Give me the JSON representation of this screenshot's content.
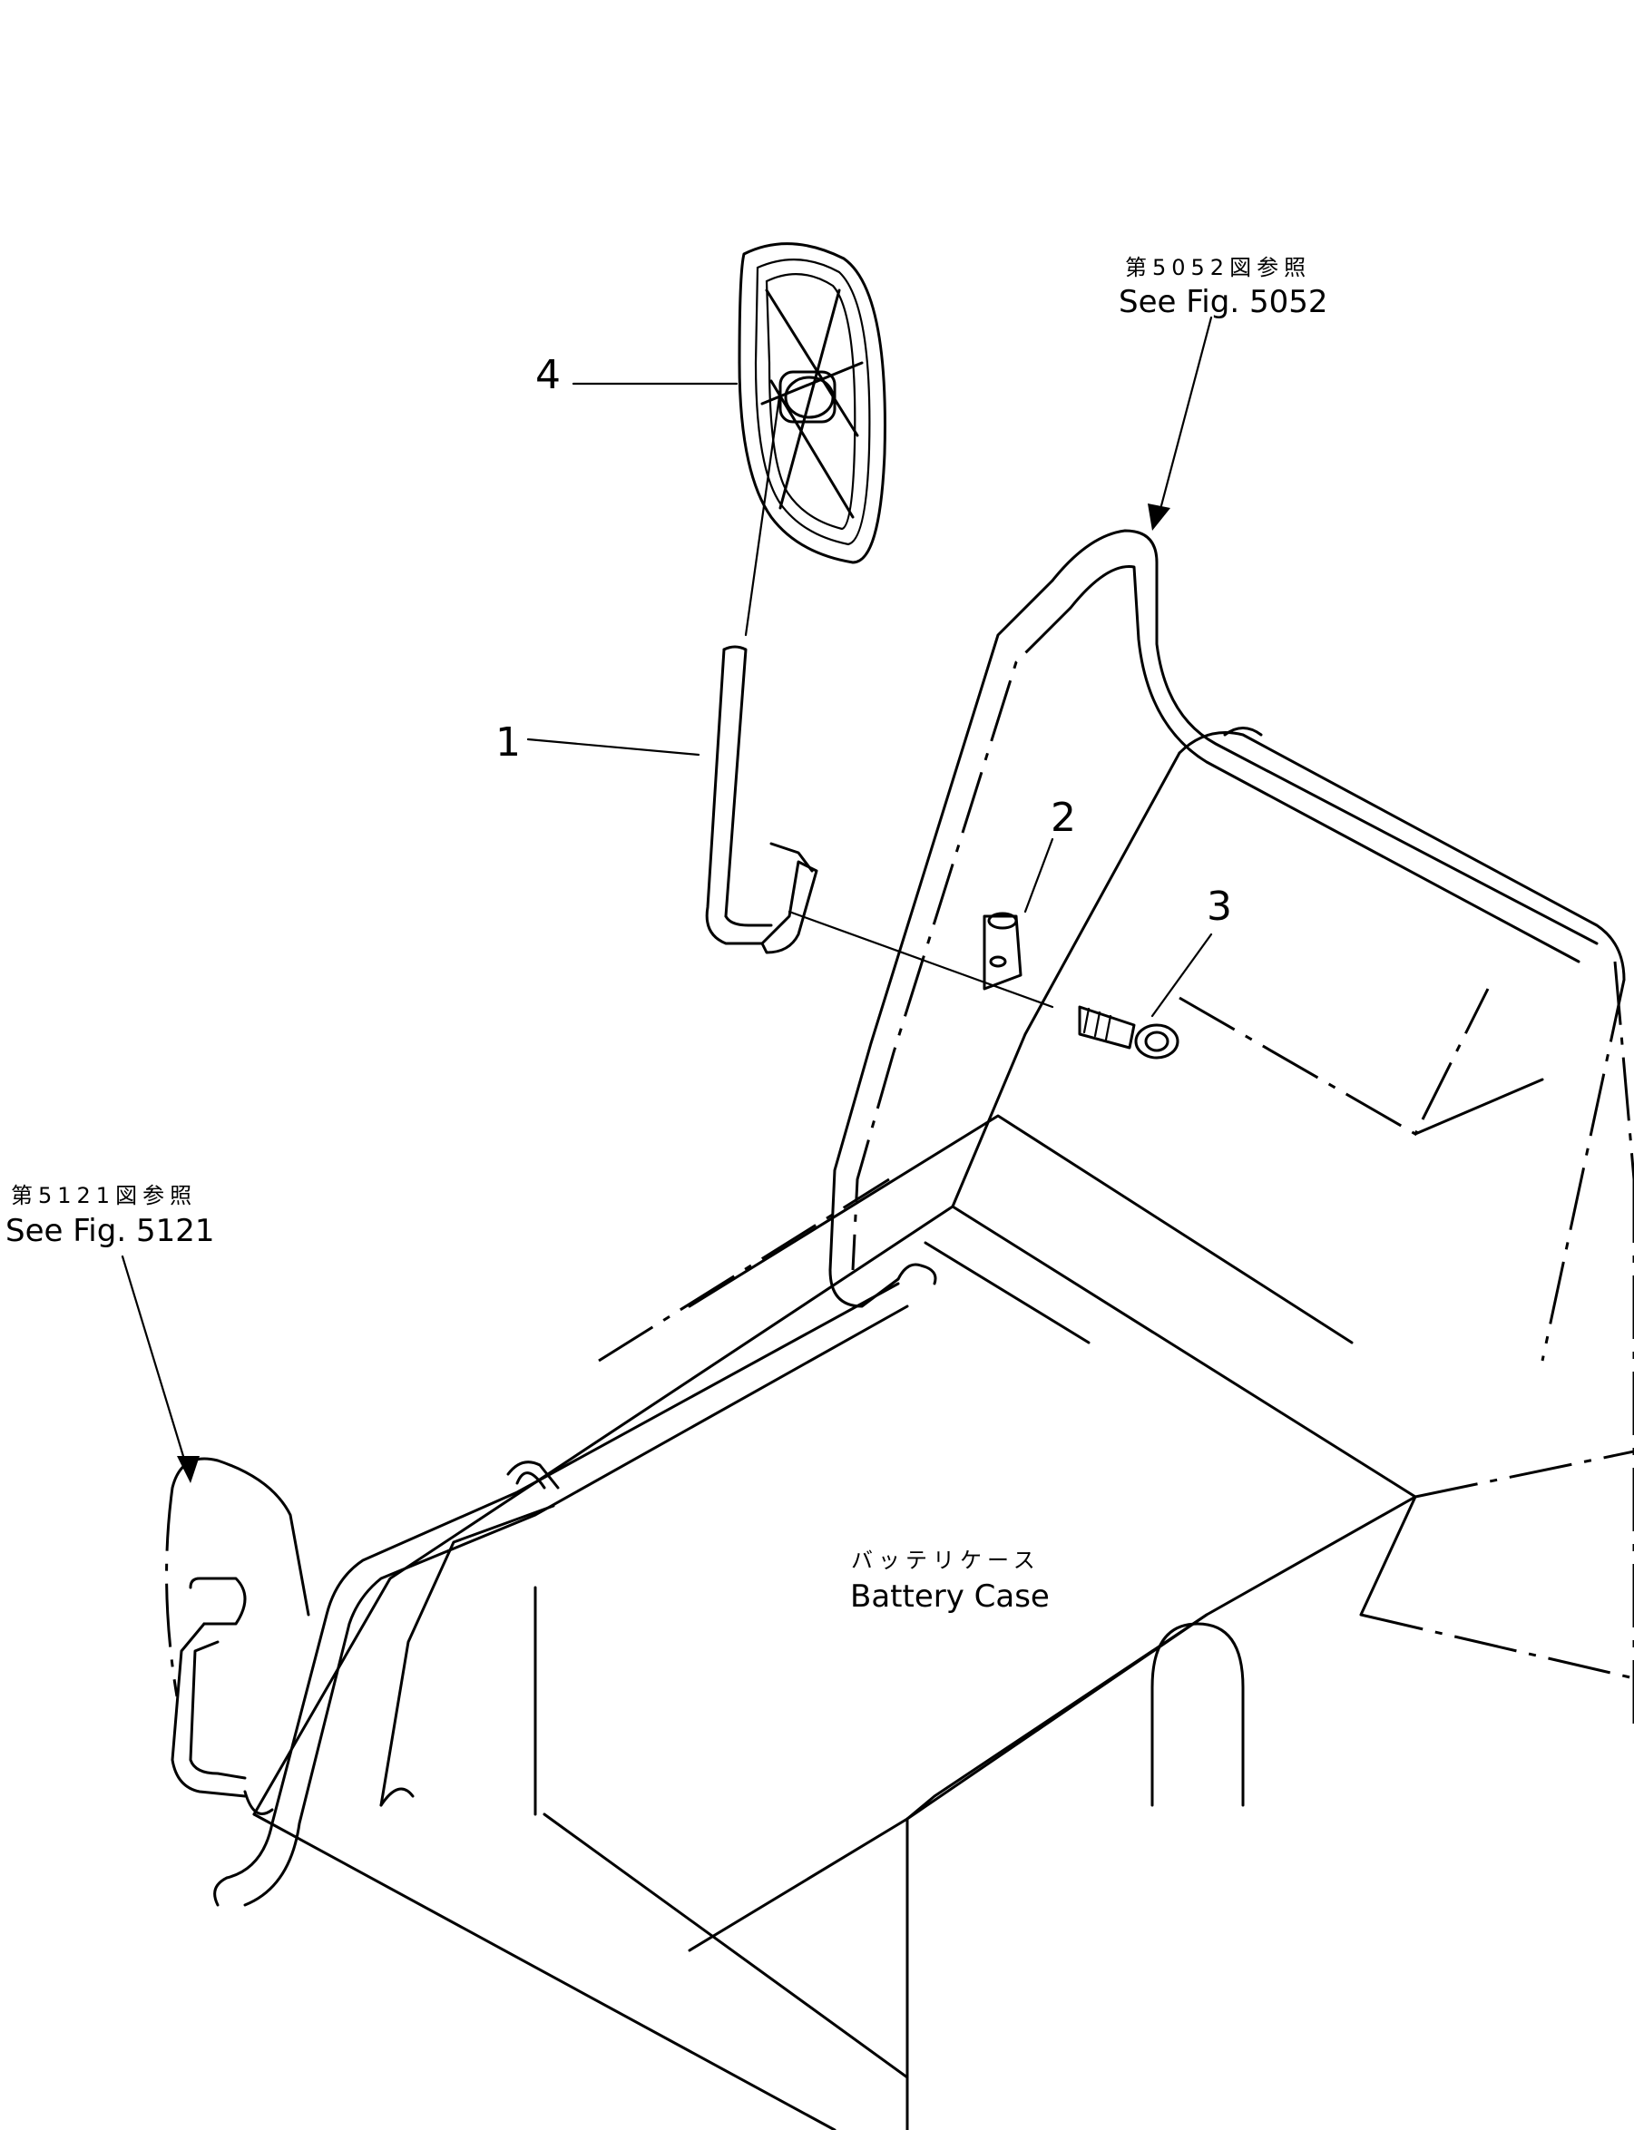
{
  "callouts": [
    {
      "id": "part-1",
      "text": "1"
    },
    {
      "id": "part-2",
      "text": "2"
    },
    {
      "id": "part-3",
      "text": "3"
    },
    {
      "id": "part-4",
      "text": "4"
    }
  ],
  "references": {
    "top_right": {
      "jp": "第5052図参照",
      "en": "See Fig. 5052"
    },
    "left": {
      "jp": "第5121図参照",
      "en": "See Fig. 5121"
    }
  },
  "battery_case": {
    "jp": "バッテリケース",
    "en": "Battery Case"
  }
}
